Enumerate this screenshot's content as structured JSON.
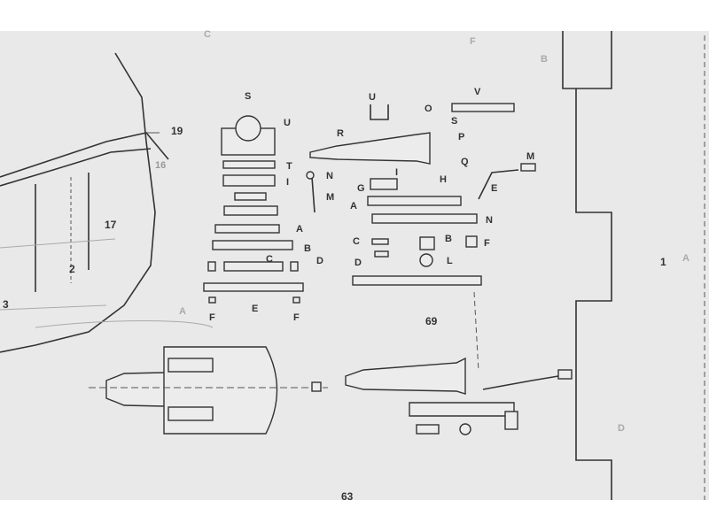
{
  "figure": {
    "plate_numbers": {
      "main": "69",
      "bottom": "63",
      "right_edge": "1"
    },
    "hull_labels": [
      "19",
      "17",
      "2",
      "3",
      "16"
    ],
    "carriage_parts_left": [
      "S",
      "U",
      "T",
      "I",
      "N",
      "M",
      "A",
      "B",
      "C",
      "D",
      "E",
      "F",
      "F"
    ],
    "carriage_parts_right": [
      "U",
      "V",
      "O",
      "S",
      "R",
      "P",
      "Q",
      "H",
      "I",
      "G",
      "A",
      "N",
      "M",
      "E",
      "C",
      "B",
      "F",
      "D",
      "L"
    ],
    "faint_labels": [
      "A",
      "A",
      "B",
      "F",
      "C",
      "D"
    ],
    "colors": {
      "paper": "#e9e9e9",
      "ink": "#333333"
    }
  }
}
